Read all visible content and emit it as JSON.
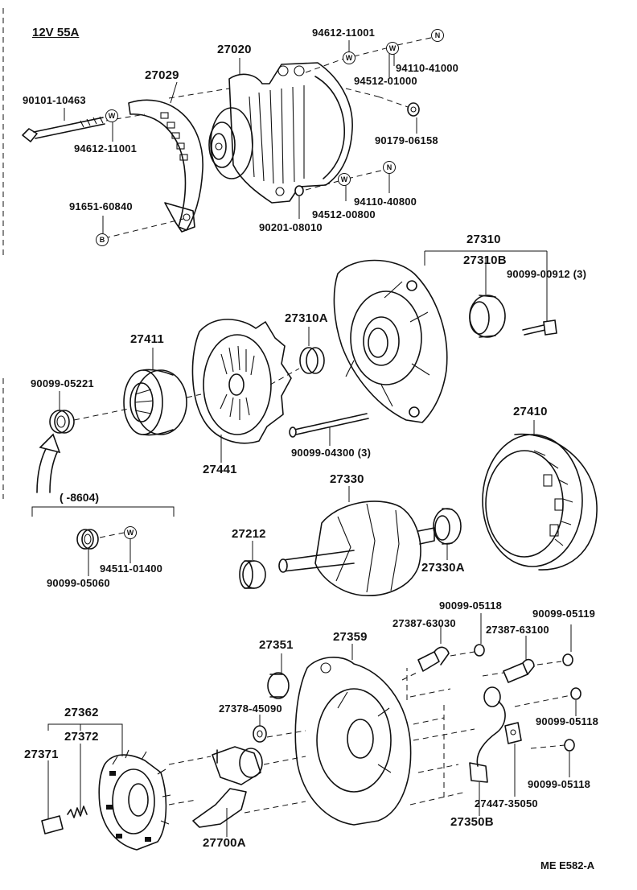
{
  "diagram": {
    "title": "12V 55A",
    "drawing_code": "ME  E582-A",
    "year_range": "(    -8604)",
    "symbols": {
      "washer": "W",
      "nut": "N",
      "bolt": "B"
    },
    "labels": {
      "p27020": "27020",
      "p27029": "27029",
      "p94612_11001_top": "94612-11001",
      "p94110_41000": "94110-41000",
      "p94512_01000": "94512-01000",
      "p90101_10463": "90101-10463",
      "p94612_11001_left": "94612-11001",
      "p90179_06158": "90179-06158",
      "p91651_60840": "91651-60840",
      "p94512_00800": "94512-00800",
      "p94110_40800": "94110-40800",
      "p90201_08010": "90201-08010",
      "p27310": "27310",
      "p27310B": "27310B",
      "p90099_00912": "90099-00912 (3)",
      "p27310A": "27310A",
      "p27411": "27411",
      "p90099_05221": "90099-05221",
      "p27441": "27441",
      "p90099_04300": "90099-04300 (3)",
      "p27410": "27410",
      "p27330": "27330",
      "p27212": "27212",
      "p27330A": "27330A",
      "p94511_01400": "94511-01400",
      "p90099_05060": "90099-05060",
      "p90099_05118_a": "90099-05118",
      "p27387_63030": "27387-63030",
      "p90099_05119": "90099-05119",
      "p27387_63100": "27387-63100",
      "p27351": "27351",
      "p27359": "27359",
      "p27378_45090": "27378-45090",
      "p90099_05118_b": "90099-05118",
      "p27362": "27362",
      "p27372": "27372",
      "p27371": "27371",
      "p90099_05118_c": "90099-05118",
      "p27447_35050": "27447-35050",
      "p27350B": "27350B",
      "p27700A": "27700A"
    }
  }
}
